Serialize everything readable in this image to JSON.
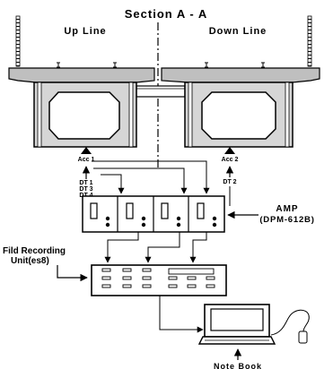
{
  "title": "Section A - A",
  "up_line": "Up Line",
  "down_line": "Down Line",
  "sensors": {
    "acc1": "Acc 1",
    "acc2": "Acc 2",
    "dt1": "DT 1",
    "dt3": "DT 3",
    "dt4": "DT 4",
    "dt2": "DT 2"
  },
  "amp_label": "AMP",
  "amp_model": "(DPM-612B)",
  "recorder_label_line1": "Fild Recording",
  "recorder_label_line2": "Unit(es8)",
  "notebook_label": "Note Book"
}
